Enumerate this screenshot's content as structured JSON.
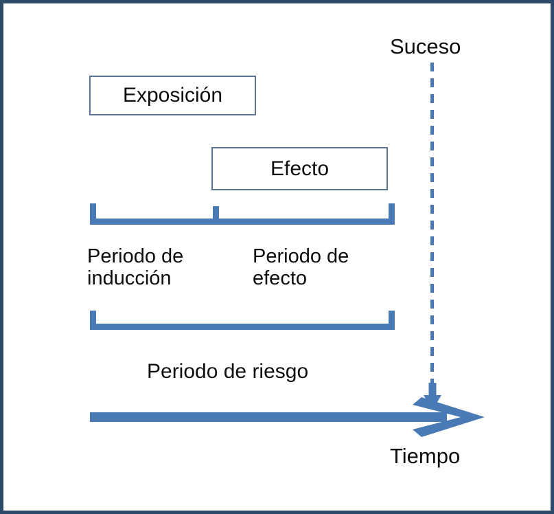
{
  "diagram": {
    "title_text": "",
    "language": "es",
    "colors": {
      "page_border": "#2e4a6b",
      "box_border": "#5b7494",
      "accent_blue": "#4a7ab5",
      "text": "#0d0d0d",
      "background": "#ffffff"
    },
    "boxes": [
      {
        "id": "exposicion",
        "label": "Exposición"
      },
      {
        "id": "efecto",
        "label": "Efecto"
      }
    ],
    "labels": {
      "event": "Suceso",
      "induction_period": "Periodo de\ninducción",
      "effect_period": "Periodo de\nefecto",
      "risk_period": "Periodo de riesgo",
      "time_axis": "Tiempo"
    },
    "brackets": [
      {
        "id": "upper-bracket",
        "segments": [
          "Periodo de inducción",
          "Periodo de efecto"
        ]
      },
      {
        "id": "lower-bracket",
        "segments": [
          "Periodo de riesgo"
        ]
      }
    ],
    "arrows": [
      {
        "id": "event-dashed-arrow",
        "style": "dashed",
        "direction": "down",
        "points_to": "Tiempo"
      },
      {
        "id": "time-axis-arrow",
        "style": "solid",
        "direction": "right",
        "label": "Tiempo"
      }
    ]
  }
}
